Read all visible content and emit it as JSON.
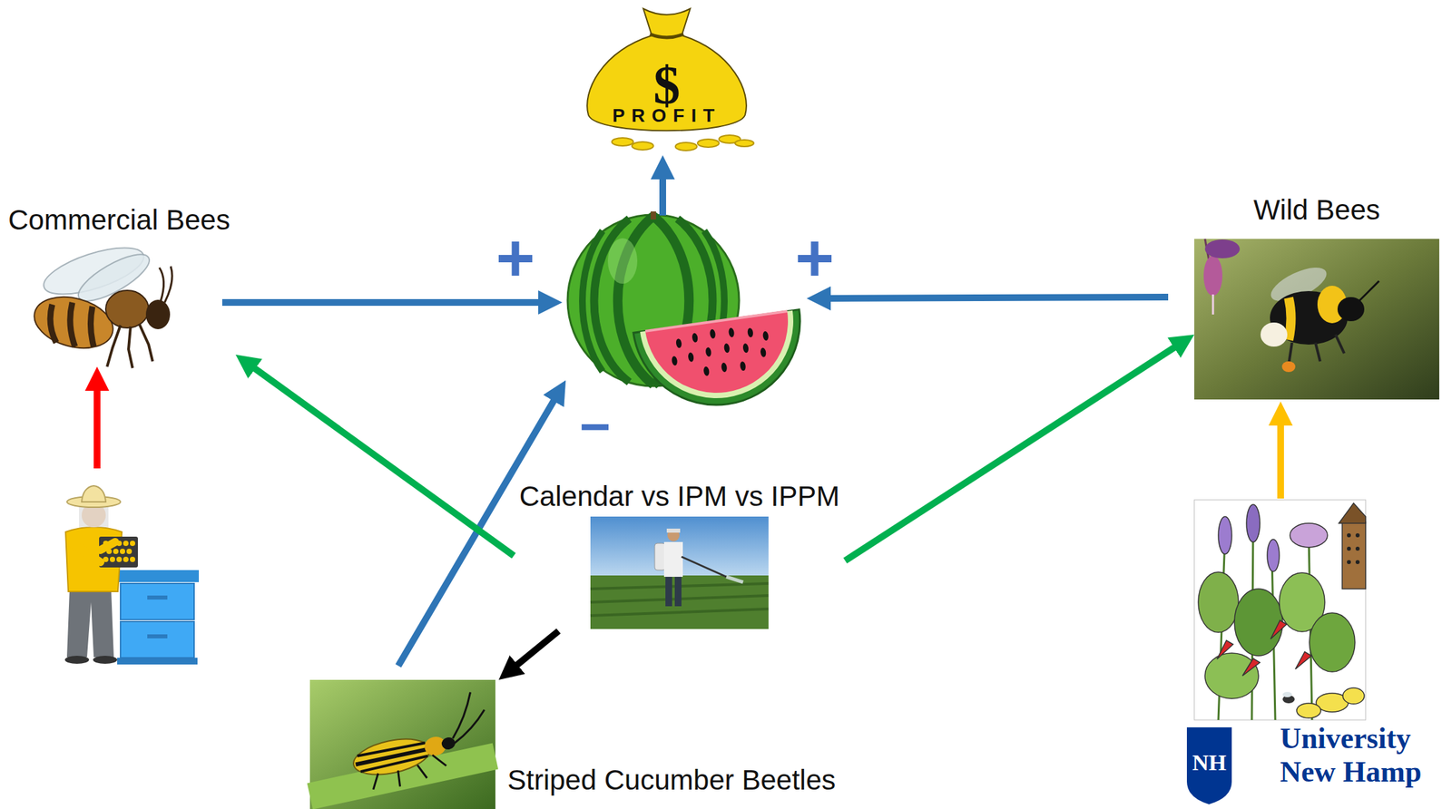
{
  "diagram": {
    "nodes": [
      {
        "text": [
          "$",
          "PROFIT"
        ]
      },
      {
        "text": [
          "Commercial Bees"
        ]
      },
      {
        "text": [
          "Wild Bees"
        ]
      },
      {
        "text": [
          "Calendar vs IPM vs IPPM"
        ]
      },
      {
        "text": [
          "Striped Cucumber Beetles"
        ]
      }
    ],
    "edges": [
      {
        "from": 3,
        "to": 4,
        "arrow": "to"
      },
      {
        "from": 3,
        "to": 1,
        "arrow": "to"
      },
      {
        "from": 3,
        "to": 2,
        "arrow": "to"
      }
    ],
    "labels": [
      "+",
      "+",
      "−",
      "NH",
      "University",
      "New Hamp"
    ]
  }
}
